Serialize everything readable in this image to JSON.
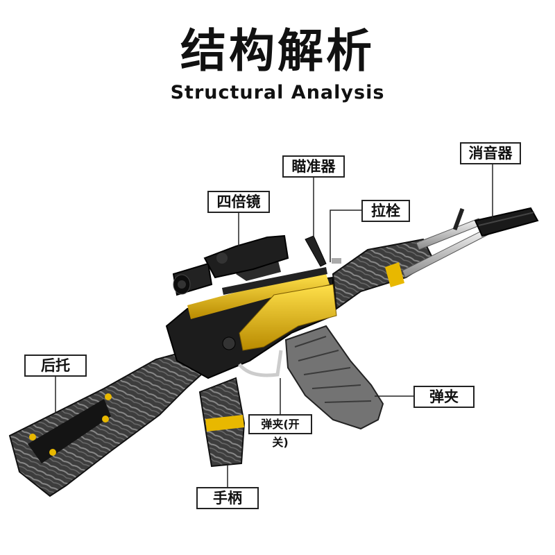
{
  "title": "结构解析",
  "subtitle": "Structural Analysis",
  "labels": {
    "silencer": "消音器",
    "sight": "瞄准器",
    "scope": "四倍镜",
    "bolt": "拉栓",
    "stock": "后托",
    "magazine": "弹夹",
    "mag_release": "弹夹(开关)",
    "grip": "手柄"
  },
  "colors": {
    "accent_gold": "#e8b800",
    "body_black": "#1c1c1c",
    "wood_gray": "#4a4a4a"
  }
}
